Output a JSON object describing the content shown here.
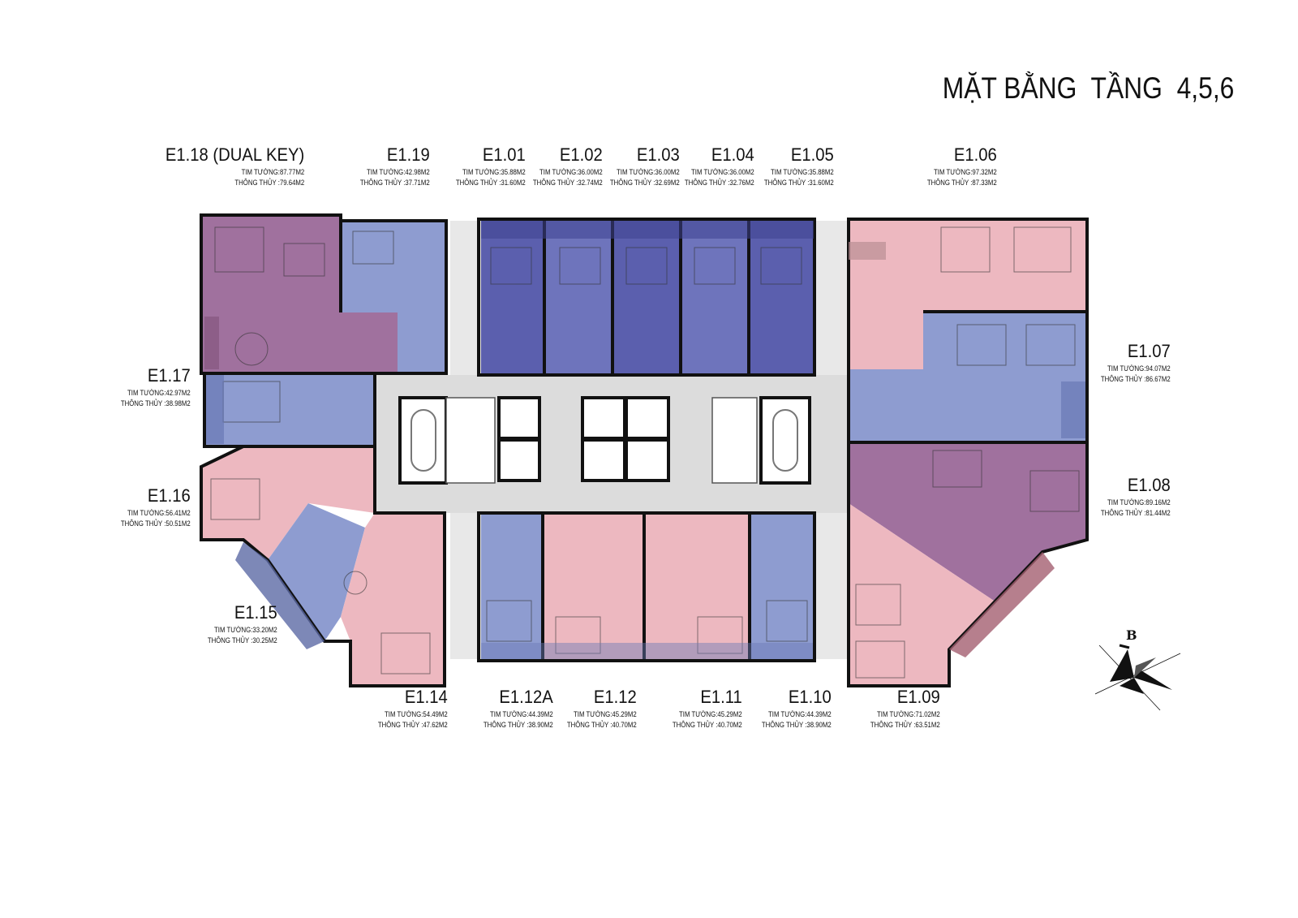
{
  "title": "MẶT BẰNG  TẦNG  4,5,6",
  "colors": {
    "purple": "#a0719e",
    "blue": "#8e9cd0",
    "darkblue": "#5b5fae",
    "pink": "#edb8c0",
    "corridor": "#dcdcdc",
    "wall": "#111111"
  },
  "units": [
    {
      "code": "E1.18 (DUAL KEY)",
      "tim": "TIM TƯỜNG:87.77M2",
      "thong": "THÔNG THỦY :79.64M2"
    },
    {
      "code": "E1.19",
      "tim": "TIM TƯỜNG:42.98M2",
      "thong": "THÔNG THỦY :37.71M2"
    },
    {
      "code": "E1.01",
      "tim": "TIM TƯỜNG:35.88M2",
      "thong": "THÔNG THỦY :31.60M2"
    },
    {
      "code": "E1.02",
      "tim": "TIM TƯỜNG:36.00M2",
      "thong": "THÔNG THỦY :32.74M2"
    },
    {
      "code": "E1.03",
      "tim": "TIM TƯỜNG:36.00M2",
      "thong": "THÔNG THỦY :32.69M2"
    },
    {
      "code": "E1.04",
      "tim": "TIM TƯỜNG:36.00M2",
      "thong": "THÔNG THỦY :32.76M2"
    },
    {
      "code": "E1.05",
      "tim": "TIM TƯỜNG:35.88M2",
      "thong": "THÔNG THỦY :31.60M2"
    },
    {
      "code": "E1.06",
      "tim": "TIM TƯỜNG:97.32M2",
      "thong": "THÔNG THỦY :87.33M2"
    },
    {
      "code": "E1.07",
      "tim": "TIM TƯỜNG:94.07M2",
      "thong": "THÔNG THỦY :86.67M2"
    },
    {
      "code": "E1.08",
      "tim": "TIM TƯỜNG:89.16M2",
      "thong": "THÔNG THỦY :81.44M2"
    },
    {
      "code": "E1.09",
      "tim": "TIM TƯỜNG:71.02M2",
      "thong": "THÔNG THỦY :63.51M2"
    },
    {
      "code": "E1.10",
      "tim": "TIM TƯỜNG:44.39M2",
      "thong": "THÔNG THỦY :38.90M2"
    },
    {
      "code": "E1.11",
      "tim": "TIM TƯỜNG:45.29M2",
      "thong": "THÔNG THỦY :40.70M2"
    },
    {
      "code": "E1.12",
      "tim": "TIM TƯỜNG:45.29M2",
      "thong": "THÔNG THỦY :40.70M2"
    },
    {
      "code": "E1.12A",
      "tim": "TIM TƯỜNG:44.39M2",
      "thong": "THÔNG THỦY :38.90M2"
    },
    {
      "code": "E1.14",
      "tim": "TIM TƯỜNG:54.49M2",
      "thong": "THÔNG THỦY :47.62M2"
    },
    {
      "code": "E1.15",
      "tim": "TIM TƯỜNG:33.20M2",
      "thong": "THÔNG THỦY :30.25M2"
    },
    {
      "code": "E1.16",
      "tim": "TIM TƯỜNG:56.41M2",
      "thong": "THÔNG THỦY :50.51M2"
    },
    {
      "code": "E1.17",
      "tim": "TIM TƯỜNG:42.97M2",
      "thong": "THÔNG THỦY :38.98M2"
    }
  ],
  "compass": {
    "label": "B"
  }
}
